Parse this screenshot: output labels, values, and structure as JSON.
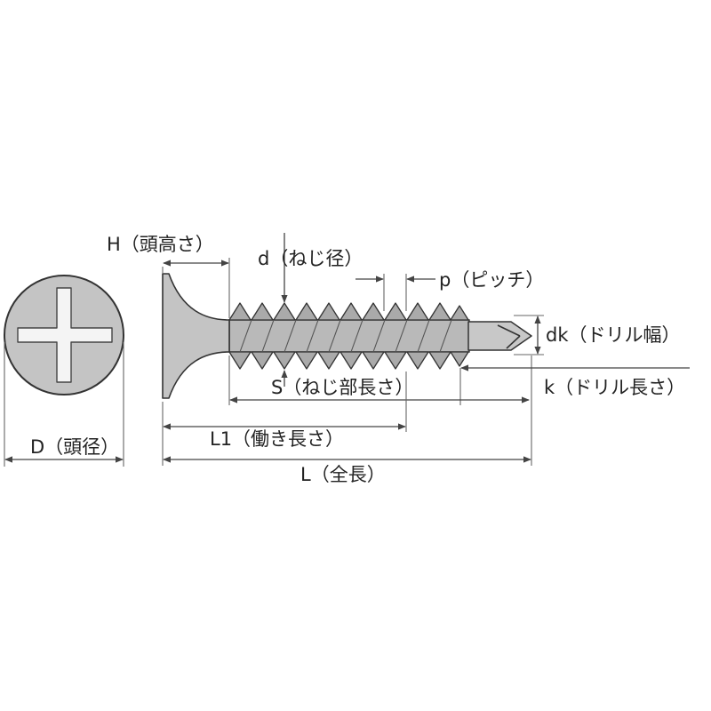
{
  "labels": {
    "head_height": "H（頭高さ）",
    "thread_diameter": "d（ねじ径）",
    "pitch": "p（ピッチ）",
    "drill_width": "dk（ドリル幅）",
    "thread_length": "S（ねじ部長さ）",
    "drill_length": "k（ドリル長さ）",
    "working_length": "L1（働き長さ）",
    "total_length": "L（全長）",
    "head_diameter": "D（頭径）"
  },
  "colors": {
    "metal_fill": "#b9b9b9",
    "head_fill": "#c4c4c4",
    "outline": "#333333",
    "dimension_line": "#444444",
    "text": "#222222"
  }
}
